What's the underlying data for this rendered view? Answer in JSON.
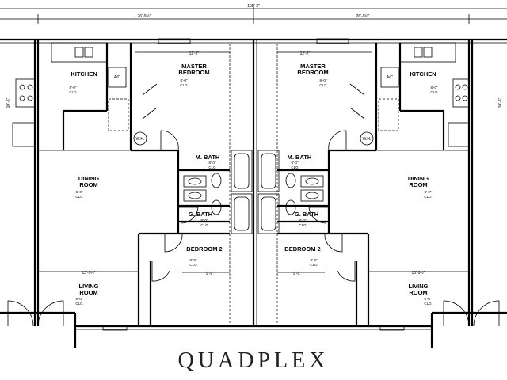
{
  "title": "QUADPLEX",
  "dimensions": {
    "overall": "108'-2\"",
    "unit_left": "26'-9½\"",
    "unit_right": "26'-9½\"",
    "master_width_left": "12'-2\"",
    "master_width_right": "12'-2\"",
    "living_left": "13'-9½\"",
    "living_right": "13'-9½\"",
    "bed2_left": "9'-9\"",
    "bed2_right": "9'-9\"",
    "kitchen_height_left": "10'-5\"",
    "kitchen_height_right": "10'-5\""
  },
  "rooms": {
    "kitchen_left": "KITCHEN",
    "kitchen_right": "KITCHEN",
    "master_left_1": "MASTER",
    "master_left_2": "BEDROOM",
    "master_right_1": "MASTER",
    "master_right_2": "BEDROOM",
    "dining_left_1": "DINING",
    "dining_left_2": "ROOM",
    "dining_right_1": "DINING",
    "dining_right_2": "ROOM",
    "mbath_left": "M. BATH",
    "mbath_right": "M. BATH",
    "gbath_left": "G. BATH",
    "gbath_right": "G. BATH",
    "bed2_left": "BEDROOM 2",
    "bed2_right": "BEDROOM 2",
    "living_left_1": "LIVING",
    "living_left_2": "ROOM",
    "living_right_1": "LIVING",
    "living_right_2": "ROOM"
  },
  "ceiling": {
    "height": "8'-0\"",
    "label": "CLG"
  },
  "fixtures": {
    "ac_left": "A/C",
    "ac_right": "A/C",
    "wh_left": "W.H.",
    "wh_right": "W.H."
  }
}
